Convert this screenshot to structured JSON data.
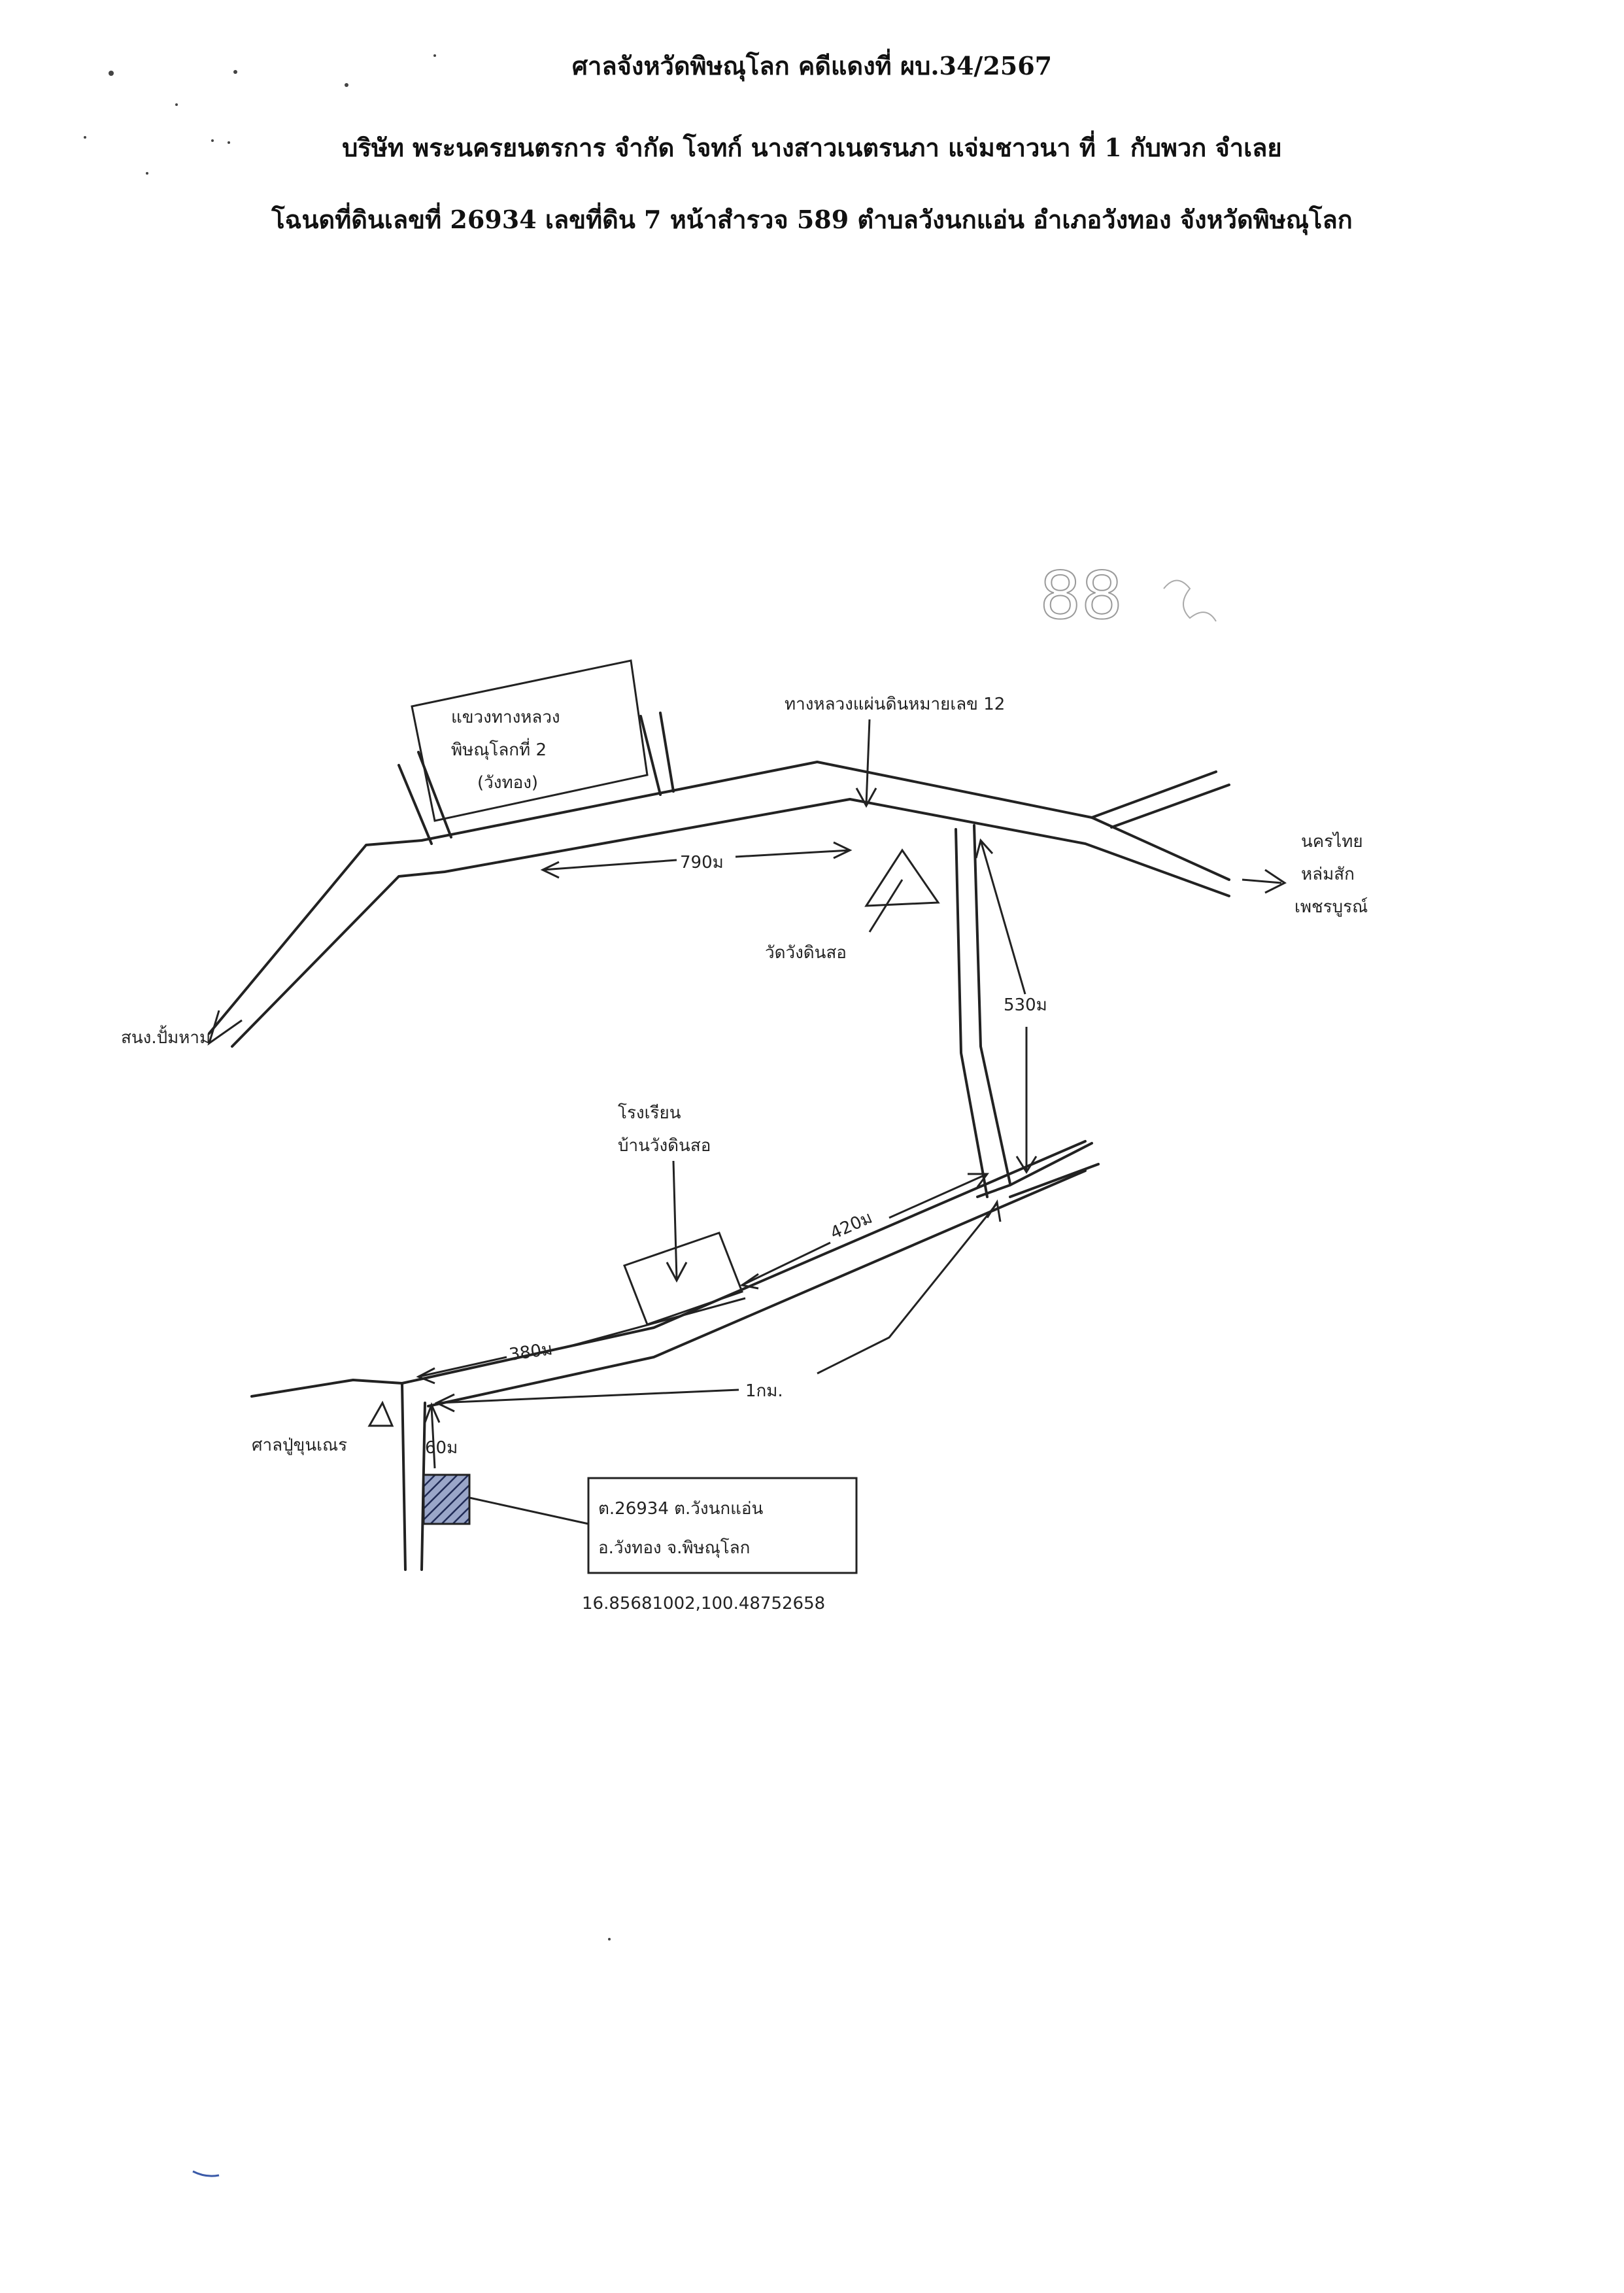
{
  "header": {
    "line1": "ศาลจังหวัดพิษณุโลก คดีแดงที่ ผบ.34/2567",
    "line2": "บริษัท พระนครยนตรการ จำกัด โจทก์ นางสาวเนตรนภา แจ่มชาวนา ที่ 1 กับพวก จำเลย",
    "line3": "โฉนดที่ดินเลขที่ 26934 เลขที่ดิน 7 หน้าสำรวจ 589 ตำบลวังนกแอ่น อำเภอวังทอง จังหวัดพิษณุโลก"
  },
  "stamp_number": "88",
  "map": {
    "office_box": [
      "แขวงทางหลวง",
      "พิษณุโลกที่ 2",
      "(วังทอง)"
    ],
    "highway_label": "ทางหลวงแผ่นดินหมายเลข 12",
    "destination_right": [
      "นครไทย",
      "หล่มสัก",
      "เพชรบูรณ์"
    ],
    "destination_left": "สนง.ปั้มหาม",
    "temple": "วัดวังดินสอ",
    "school": [
      "โรงเรียน",
      "บ้านวังดินสอ"
    ],
    "shrine": "ศาลปู่ขุนเณร",
    "dist_790": "790ม",
    "dist_530": "530ม",
    "dist_420": "420ม",
    "dist_380": "380ม",
    "dist_1km": "1กม.",
    "dist_60": "60ม",
    "parcel_box": [
      "ต.26934 ต.วังนกแอ่น",
      "อ.วังทอง จ.พิษณุโลก"
    ],
    "coordinates": "16.85681002,100.48752658"
  }
}
